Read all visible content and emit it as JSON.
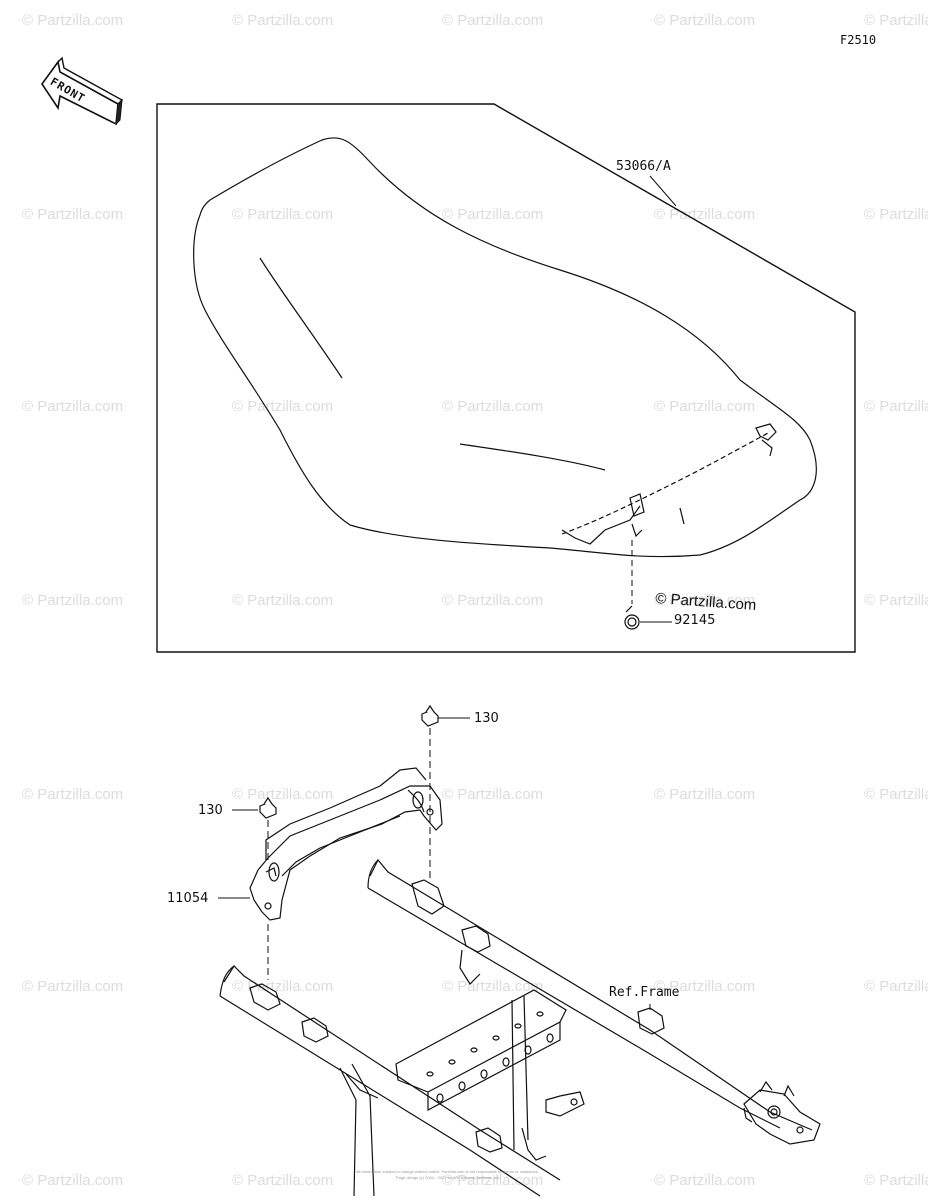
{
  "figure_code": "F2510",
  "front_arrow_text": "FRONT",
  "watermark_text": "© Partzilla.com",
  "copyright_text": "© Partzilla.com",
  "fine_print": [
    "All information subject to change without notice. Partzilla.com is not responsible for errors or omissions.",
    "Page design (c) 2004 - 2017 by ARI Network Services, Inc."
  ],
  "parts": {
    "seat": "53066/A",
    "spring": "92145",
    "bolt_top": "130",
    "bolt_left": "130",
    "bracket": "11054",
    "frame_ref": "Ref.Frame"
  }
}
